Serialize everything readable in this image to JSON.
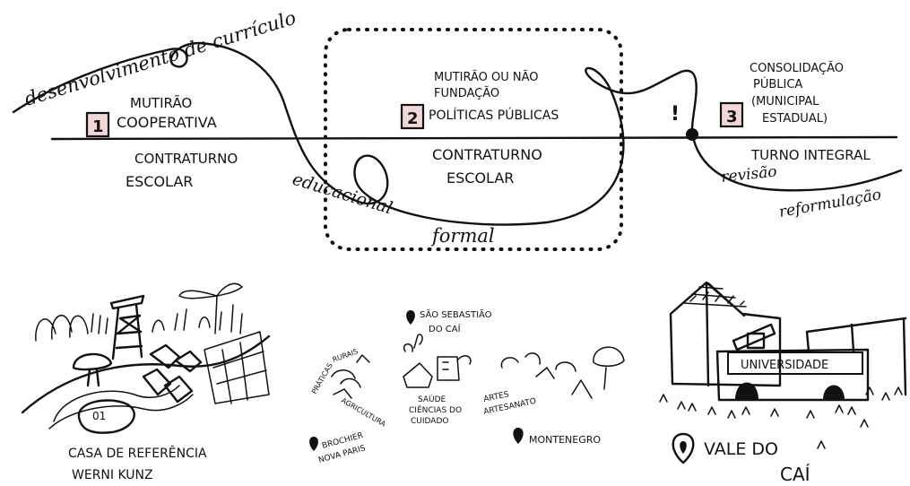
{
  "timeline": {
    "curve_top_label": "desenvolvimento de currículo",
    "curve_bottom_label_1": "educacional",
    "curve_bottom_label_2": "formal",
    "stage1": {
      "number": "1",
      "above_line_1": "MUTIRÃO",
      "above_line_2": "COOPERATIVA",
      "below_line_1": "CONTRATURNO",
      "below_line_2": "ESCOLAR"
    },
    "stage2": {
      "number": "2",
      "above_line_1": "MUTIRÃO OU NÃO",
      "above_line_2": "FUNDAÇÃO",
      "above_line_3": "POLÍTICAS PÚBLICAS",
      "below_line_1": "CONTRATURNO",
      "below_line_2": "ESCOLAR"
    },
    "stage3": {
      "number": "3",
      "above_line_1": "CONSOLIDAÇÃO",
      "above_line_2": "PÚBLICA",
      "above_line_3": "(MUNICIPAL",
      "above_line_4": "ESTADUAL)",
      "below_line_1": "TURNO INTEGRAL",
      "revision_1": "revisão",
      "revision_2": "reformulação"
    },
    "exclamation": "!",
    "colors": {
      "ink": "#111111",
      "number_box": "#f2d6d8",
      "background": "#ffffff"
    }
  },
  "illustrations": {
    "casa": {
      "label_1": "CASA DE REFERÊNCIA",
      "label_2": "WERNI KUNZ",
      "field_number": "01"
    },
    "middle": {
      "sao_sebastiao_1": "SÃO SEBASTIÃO",
      "sao_sebastiao_2": "DO CAÍ",
      "praticas_1": "PRÁTICAS",
      "praticas_2": "RURAIS",
      "agricultura": "AGRICULTURA",
      "saude_1": "SAÚDE",
      "saude_2": "CIÊNCIAS DO",
      "saude_3": "CUIDADO",
      "artes_1": "ARTES",
      "artes_2": "ARTESANATO",
      "brochier_1": "BROCHIER",
      "brochier_2": "NOVA PARIS",
      "montenegro": "MONTENEGRO"
    },
    "vale": {
      "building_sign": "UNIVERSIDADE",
      "label_1": "VALE DO",
      "label_2": "CAÍ"
    }
  }
}
